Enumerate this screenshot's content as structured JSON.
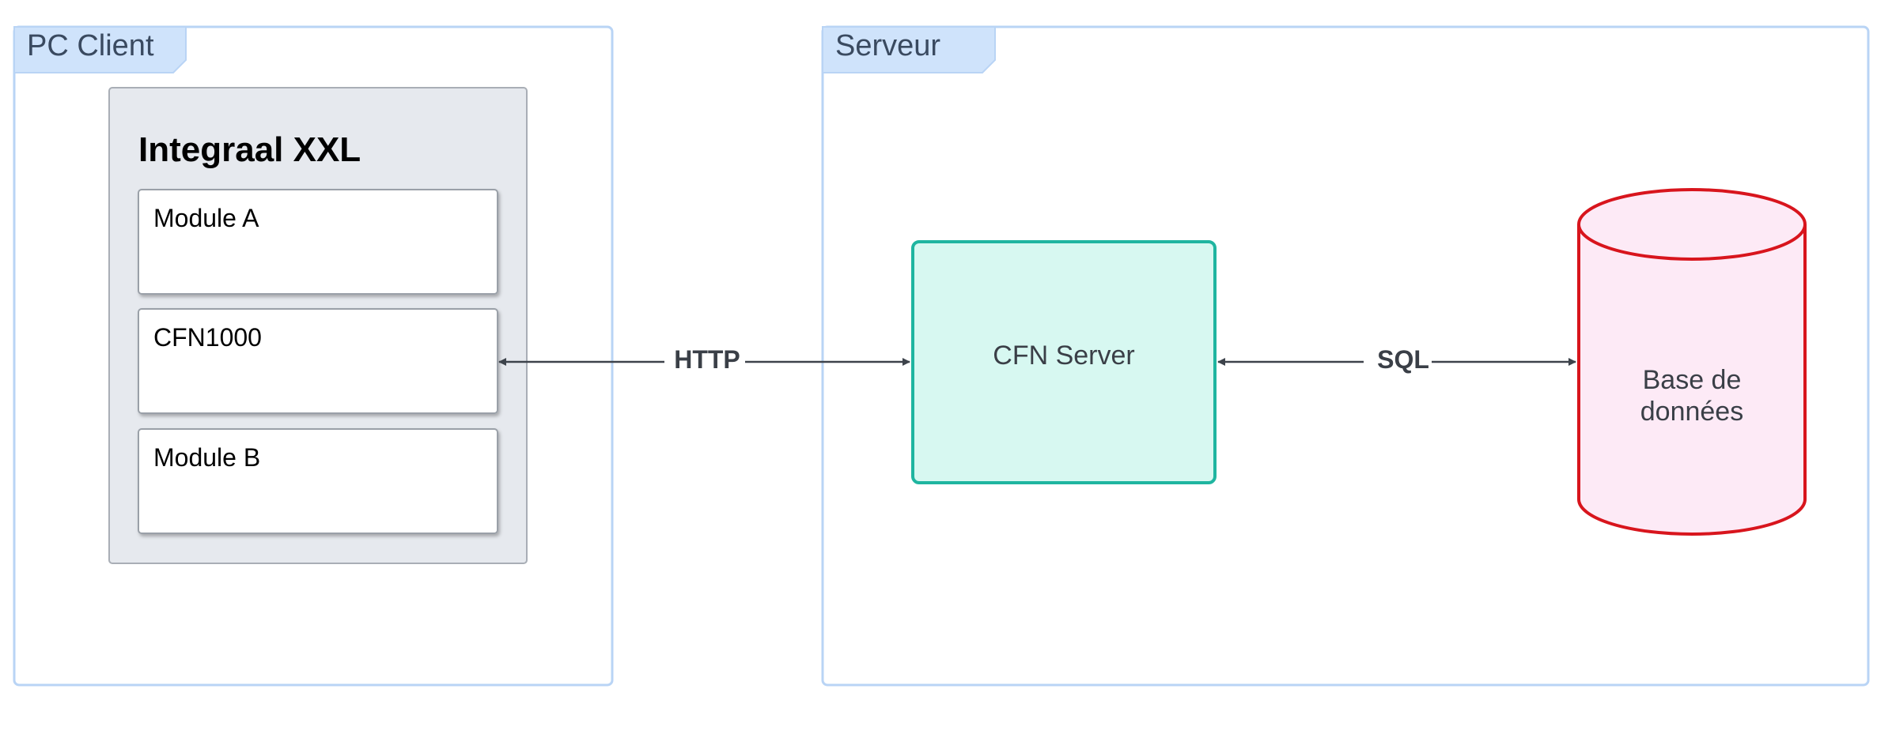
{
  "colors": {
    "frame_stroke": "#b9d4f5",
    "frame_tab_fill": "#cfe3fb",
    "frame_tab_text": "#3a4a60",
    "group_fill": "#e6e9ee",
    "group_stroke": "#a9aeb6",
    "module_fill": "#ffffff",
    "module_stroke": "#9aa0a8",
    "server_fill": "#d7f8f1",
    "server_stroke": "#1fb5a0",
    "db_fill": "#fdeaf6",
    "db_stroke": "#d8151d",
    "arrow": "#3d434b",
    "text_dark": "#000000",
    "text_mid": "#3a3f47"
  },
  "frames": {
    "client": {
      "label": "PC Client"
    },
    "server": {
      "label": "Serveur"
    }
  },
  "client_app": {
    "title": "Integraal XXL",
    "modules": [
      "Module A",
      "CFN1000",
      "Module B"
    ]
  },
  "server_node": {
    "label": "CFN Server"
  },
  "database": {
    "label_line1": "Base de",
    "label_line2": "données"
  },
  "connections": {
    "http": {
      "label": "HTTP",
      "direction": "bidirectional"
    },
    "sql": {
      "label": "SQL",
      "direction": "bidirectional"
    }
  }
}
